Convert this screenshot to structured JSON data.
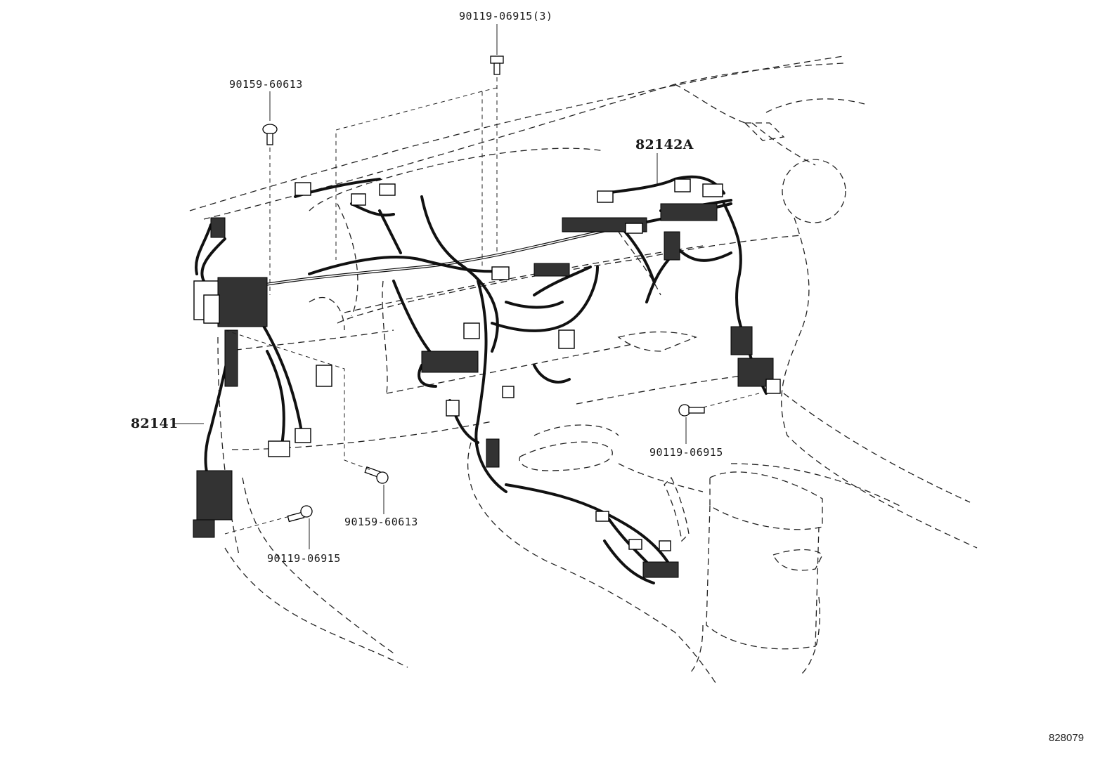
{
  "diagram": {
    "parts": {
      "harness_main": "82141",
      "harness_sub": "82142A"
    },
    "fasteners": {
      "top_center": "90119-06915(3)",
      "top_left": "90159-60613",
      "center": "90159-60613",
      "lower_left": "90119-06915",
      "right": "90119-06915"
    },
    "figure_id": "828079"
  }
}
